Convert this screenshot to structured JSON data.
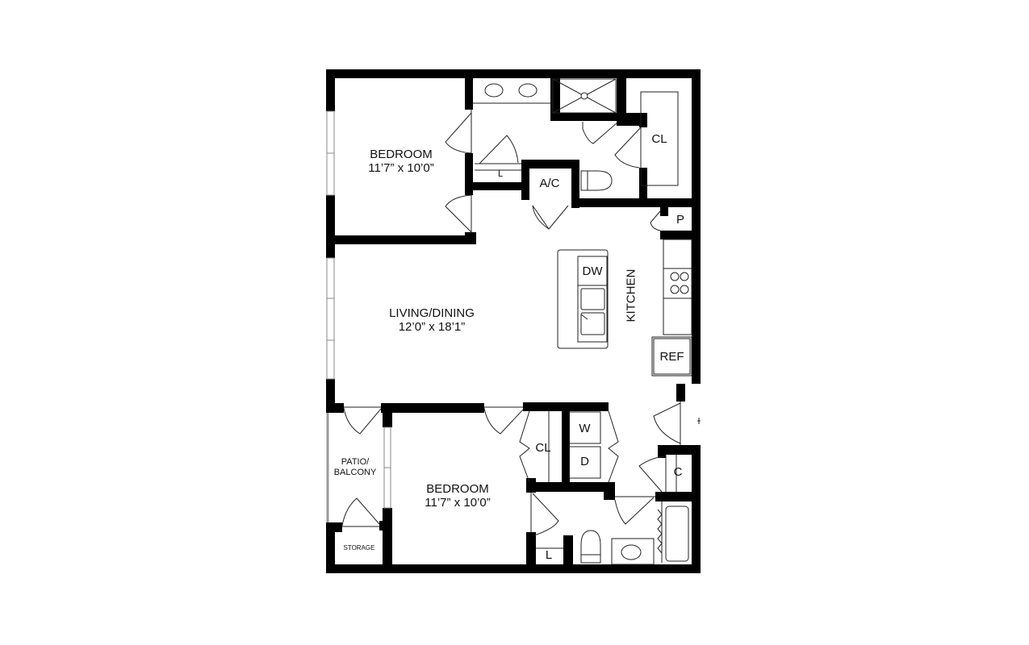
{
  "plan": {
    "wall_color": "#000000",
    "line_color": "#222222",
    "window_color": "#9a9a9a",
    "background": "#ffffff"
  },
  "rooms": {
    "bedroom_1": {
      "name": "BEDROOM",
      "dims": "11’7” x 10’0”"
    },
    "living": {
      "name": "LIVING/DINING",
      "dims": "12’0” x 18’1”"
    },
    "kitchen": {
      "name": "KITCHEN"
    },
    "bedroom_2": {
      "name": "BEDROOM",
      "dims": "11’7” x 10’0”"
    },
    "patio": {
      "name": "PATIO/\nBALCONY",
      "line1": "PATIO/",
      "line2": "BALCONY"
    },
    "storage": {
      "name": "STORAGE"
    }
  },
  "fixtures": {
    "closet_master": "CL",
    "ac": "A/C",
    "pantry": "P",
    "dishwasher": "DW",
    "refrigerator": "REF",
    "closet_bed2": "CL",
    "washer": "W",
    "dryer": "D",
    "coat_closet": "C",
    "linen_upper": "L",
    "linen_lower": "L"
  }
}
